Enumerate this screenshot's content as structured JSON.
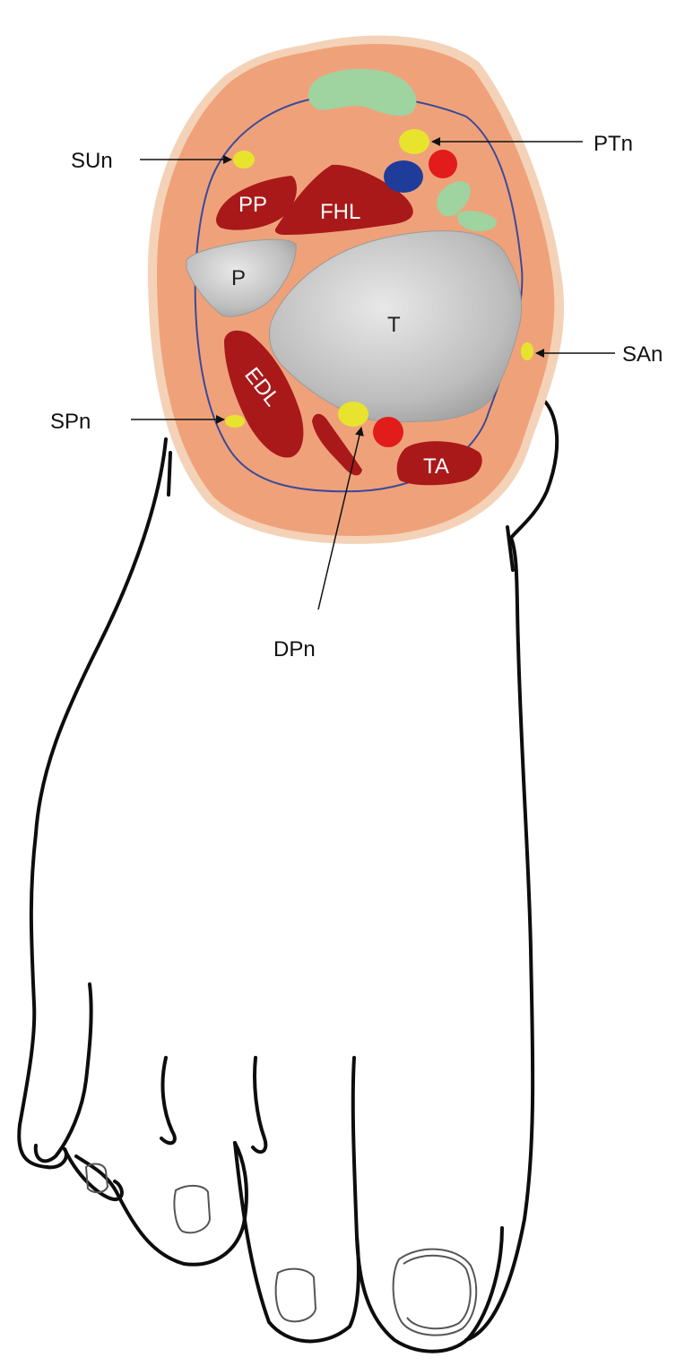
{
  "labels": {
    "sun": "SUn",
    "ptn": "PTn",
    "san": "SAn",
    "spn": "SPn",
    "dpn": "DPn",
    "pp": "PP",
    "fhl": "FHL",
    "p": "P",
    "t": "T",
    "edl": "EDL",
    "ta": "TA"
  },
  "colors": {
    "skin": "#EFA27A",
    "skin_edge": "#F4D2B8",
    "muscle": "#A9191A",
    "bone": "#C4C4C4",
    "nerve": "#E8E42E",
    "artery": "#E21B1B",
    "vein": "#1F3C9A",
    "tendon": "#9FD3A0",
    "fascia": "#3B4A9A",
    "outline": "#0D0D0D"
  }
}
